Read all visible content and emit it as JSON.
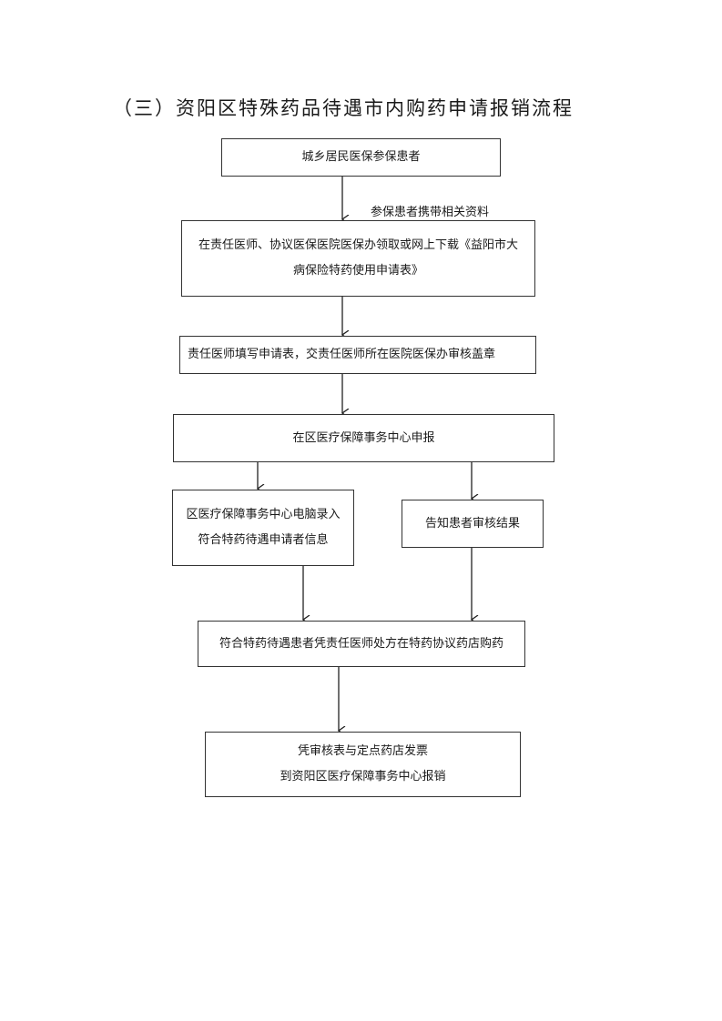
{
  "title": "（三）资阳区特殊药品待遇市内购药申请报销流程",
  "nodes": {
    "patient": "城乡居民医保参保患者",
    "collect_form": [
      "在责任医师、协议医保医院医保办领取或网上下载《益阳市大",
      "病保险特药使用申请表》"
    ],
    "fill_form": "责任医师填写申请表，交责任医师所在医院医保办审核盖章",
    "declare": "在区医疗保障事务中心申报",
    "computer_entry": [
      "区医疗保障事务中心电脑录入",
      "符合特药待遇申请者信息"
    ],
    "notify": "告知患者审核结果",
    "purchase": "符合特药待遇患者凭责任医师处方在特药协议药店购药",
    "reimburse": [
      "凭审核表与定点药店发票",
      "到资阳区医疗保障事务中心报销"
    ]
  },
  "edge_labels": {
    "patient_to_collect": "参保患者携带相关资料"
  }
}
